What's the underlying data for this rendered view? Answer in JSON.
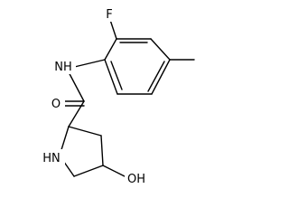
{
  "molecule": {
    "atoms": {
      "fluorine": "F",
      "amide_nitrogen": "NH",
      "carbonyl_oxygen": "O",
      "ring_nitrogen": "HN",
      "hydroxyl": "OH"
    }
  },
  "colors": {
    "bond": "#000000",
    "label": "#000000",
    "background": "#ffffff"
  }
}
